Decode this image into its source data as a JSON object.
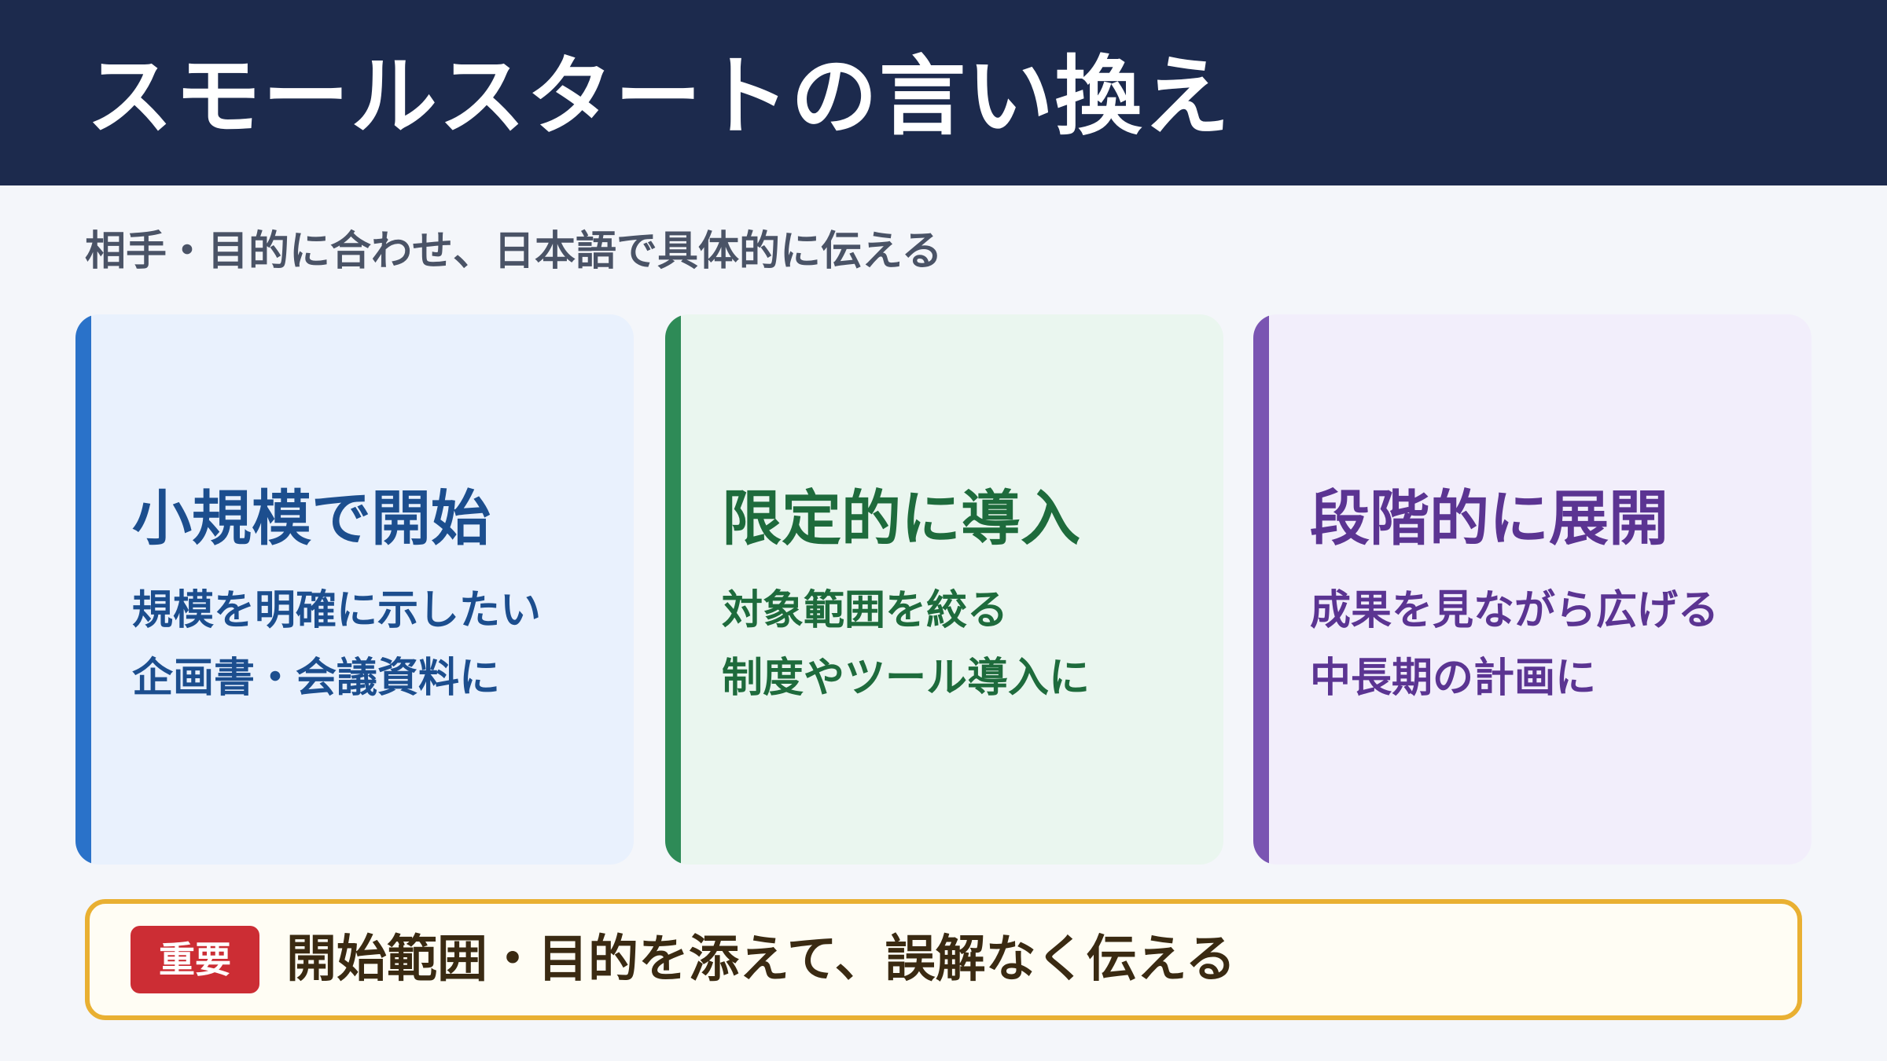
{
  "slide": {
    "title": "スモールスタートの言い換え",
    "subtitle": "相手・目的に合わせ、日本語で具体的に伝える"
  },
  "cards": [
    {
      "title": "小規模で開始",
      "lines": [
        "規模を明確に示したい",
        "企画書・会議資料に"
      ],
      "accent": "#2a72c9",
      "background": "#e9f1fd"
    },
    {
      "title": "限定的に導入",
      "lines": [
        "対象範囲を絞る",
        "制度やツール導入に"
      ],
      "accent": "#2e8b57",
      "background": "#eaf6ef"
    },
    {
      "title": "段階的に展開",
      "lines": [
        "成果を見ながら広げる",
        "中長期の計画に"
      ],
      "accent": "#7a55b2",
      "background": "#f2eefb"
    }
  ],
  "note": {
    "badge": "重要",
    "text": "開始範囲・目的を添えて、誤解なく伝える",
    "border_color": "#e9b032",
    "badge_color": "#cc2d34"
  },
  "colors": {
    "header_bg": "#1c2a4d",
    "page_bg": "#f4f6fa"
  }
}
